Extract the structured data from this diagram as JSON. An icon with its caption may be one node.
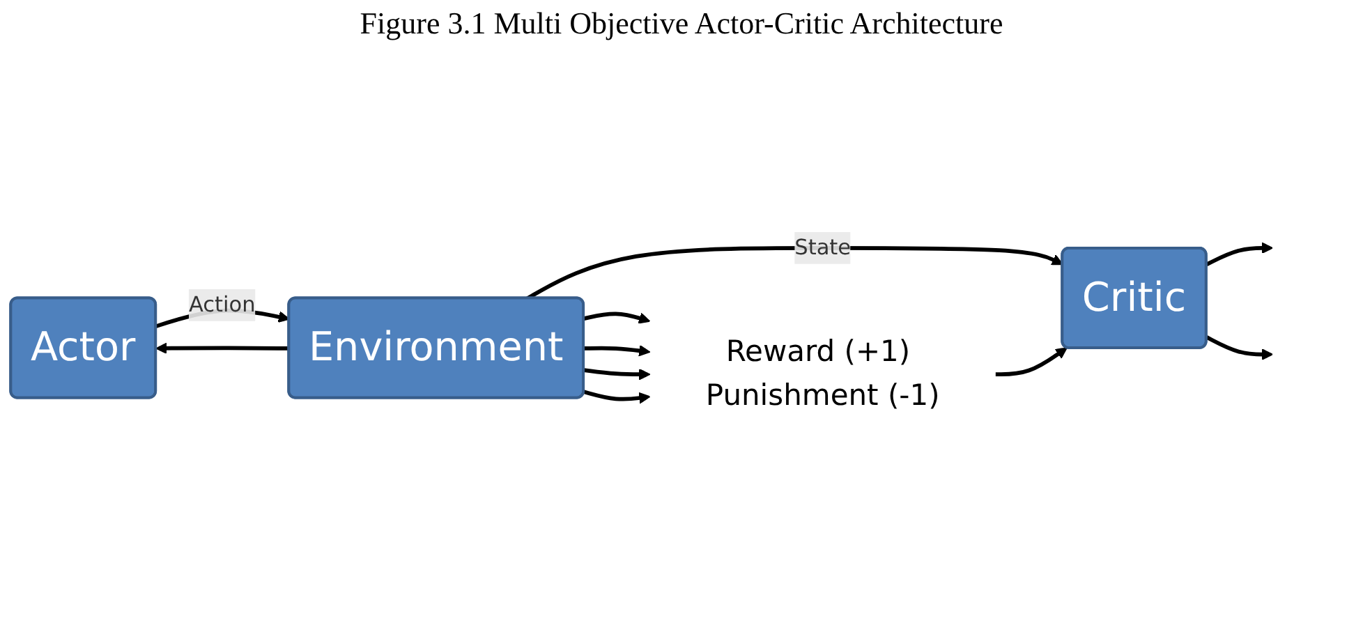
{
  "diagram": {
    "title": "Figure 3.1 Multi Objective Actor-Critic Architecture",
    "nodes": [
      {
        "text": [
          "Critic"
        ]
      },
      {
        "text": [
          "Actor"
        ]
      },
      {
        "text": [
          "Environment"
        ]
      },
      {
        "text": [
          "Reward (+1) Punishment (-1)"
        ]
      }
    ],
    "edges": [
      {
        "from": 2,
        "to": 0,
        "arrow": "to",
        "label": "State"
      },
      {
        "from": 2,
        "to": 1,
        "arrow": "to"
      },
      {
        "from": 1,
        "to": 2,
        "arrow": "to",
        "label": "Action"
      },
      {
        "from": 2,
        "to": 3,
        "arrow": "to"
      },
      {
        "from": 2,
        "to": 3,
        "arrow": "to"
      },
      {
        "from": 2,
        "to": 3,
        "arrow": "to"
      },
      {
        "from": 2,
        "to": 3,
        "arrow": "to"
      },
      {
        "from": 3,
        "to": 0,
        "arrow": "to"
      },
      {
        "from": 0,
        "to": null,
        "arrow": "to"
      },
      {
        "from": 0,
        "to": null,
        "arrow": "to"
      }
    ]
  }
}
